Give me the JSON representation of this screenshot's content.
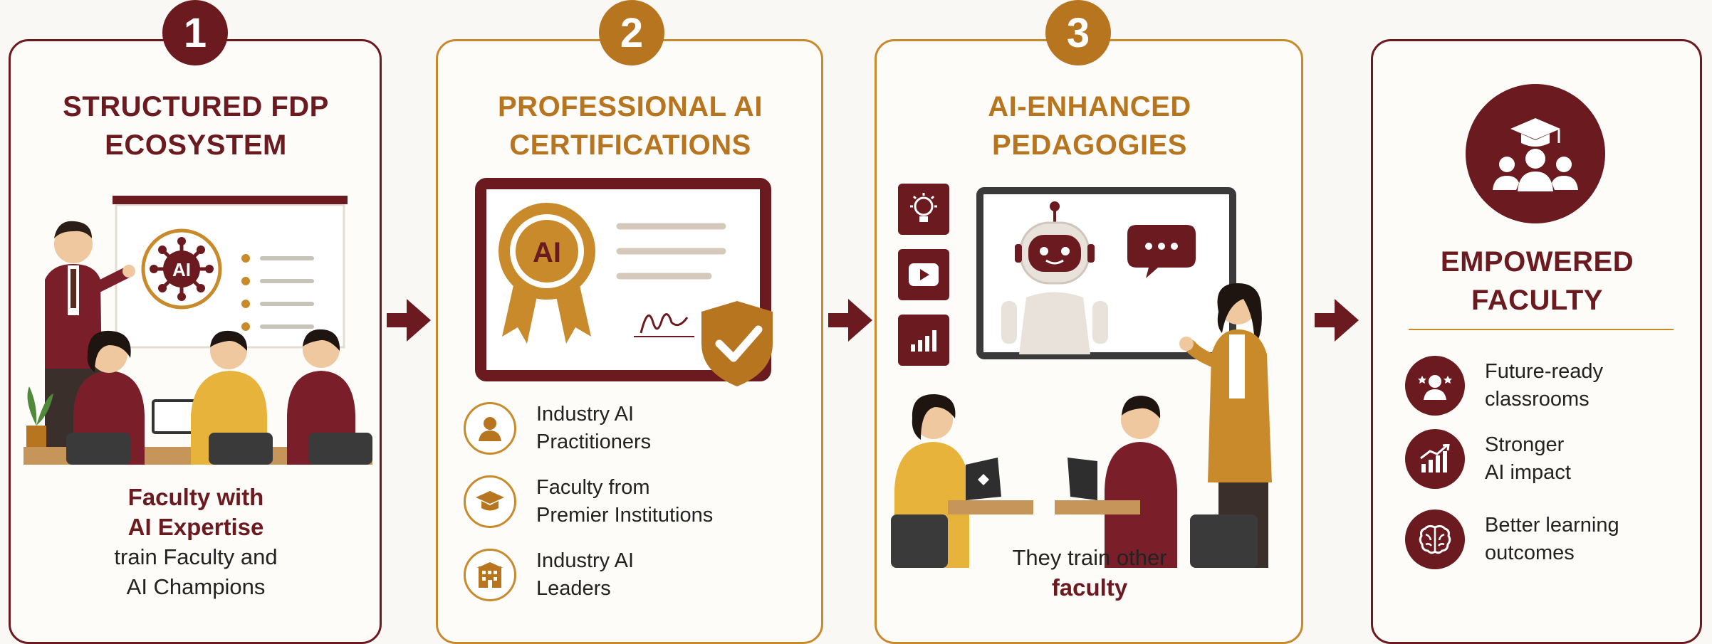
{
  "colors": {
    "maroon": "#6b1a1f",
    "gold": "#b8751f",
    "gold_border": "#c98a2b",
    "background": "#faf8f4"
  },
  "step1": {
    "number": "1",
    "title_line1": "STRUCTURED FDP",
    "title_line2": "ECOSYSTEM",
    "board_badge": "AI",
    "caption_line1": "Faculty with",
    "caption_line2": "AI Expertise",
    "caption_line3": "train Faculty and",
    "caption_line4": "AI Champions"
  },
  "step2": {
    "number": "2",
    "title_line1": "PROFESSIONAL AI",
    "title_line2": "CERTIFICATIONS",
    "seal_text": "AI",
    "items": [
      {
        "line1": "Industry AI",
        "line2": "Practitioners",
        "icon": "person-icon"
      },
      {
        "line1": "Faculty from",
        "line2": "Premier Institutions",
        "icon": "graduation-cap-icon"
      },
      {
        "line1": "Industry AI",
        "line2": "Leaders",
        "icon": "building-icon"
      }
    ]
  },
  "step3": {
    "number": "3",
    "title_line1": "AI-ENHANCED",
    "title_line2": "PEDAGOGIES",
    "caption_line1": "They train other",
    "caption_line2": "faculty",
    "side_icons": [
      "lightbulb-icon",
      "play-video-icon",
      "bar-chart-icon"
    ]
  },
  "result": {
    "title_line1": "EMPOWERED",
    "title_line2": "FACULTY",
    "items": [
      {
        "line1": "Future-ready",
        "line2": "classrooms",
        "icon": "star-person-icon"
      },
      {
        "line1": "Stronger",
        "line2": "AI impact",
        "icon": "growth-chart-icon"
      },
      {
        "line1": "Better learning",
        "line2": "outcomes",
        "icon": "brain-icon"
      }
    ]
  }
}
